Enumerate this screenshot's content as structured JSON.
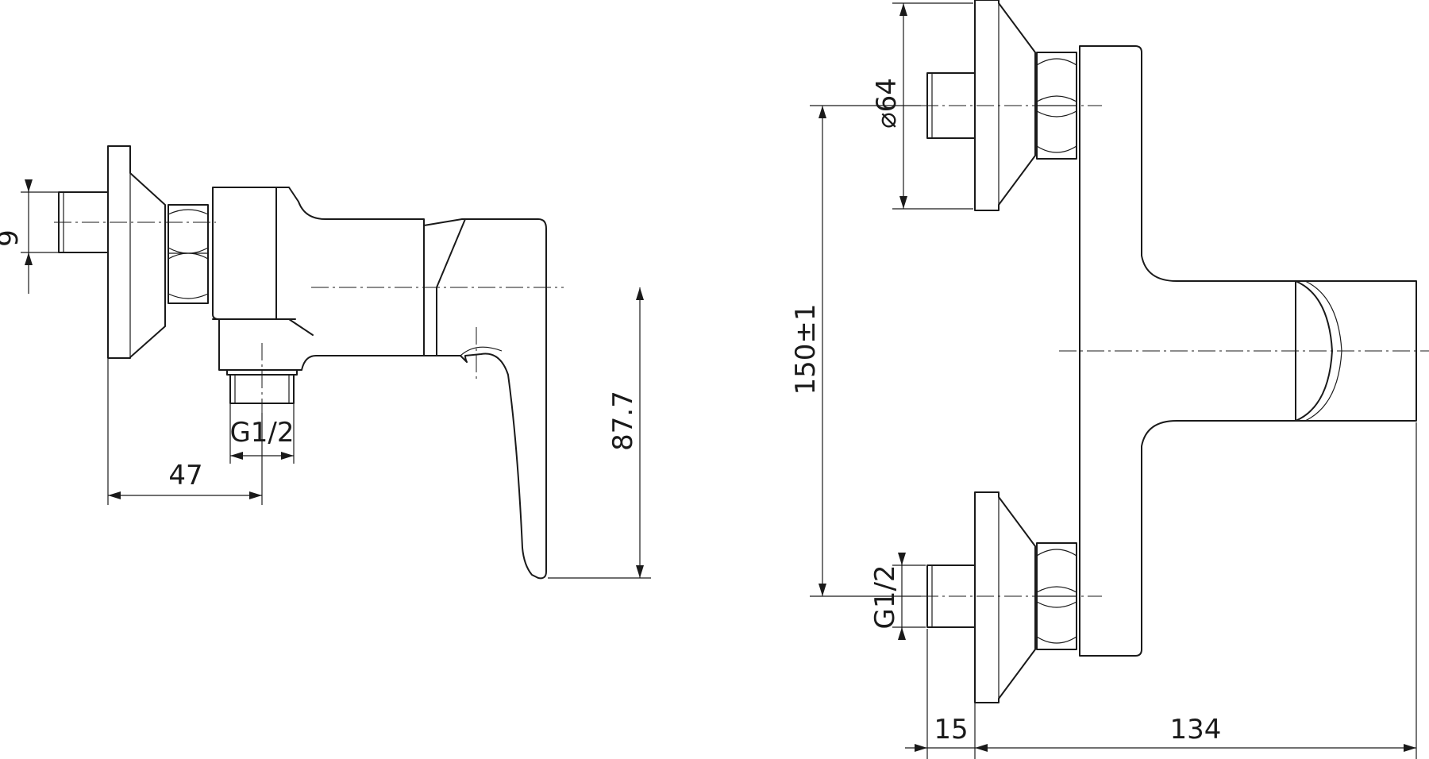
{
  "dimensions": {
    "nut_height": "9",
    "outlet_thread": "G1/2",
    "depth_to_outlet": "47",
    "lever_drop": "87.7",
    "rosette_diameter": "⌀64",
    "center_distance": "150±1",
    "inlet_thread": "G1/2",
    "stub_length": "15",
    "total_depth": "134"
  }
}
